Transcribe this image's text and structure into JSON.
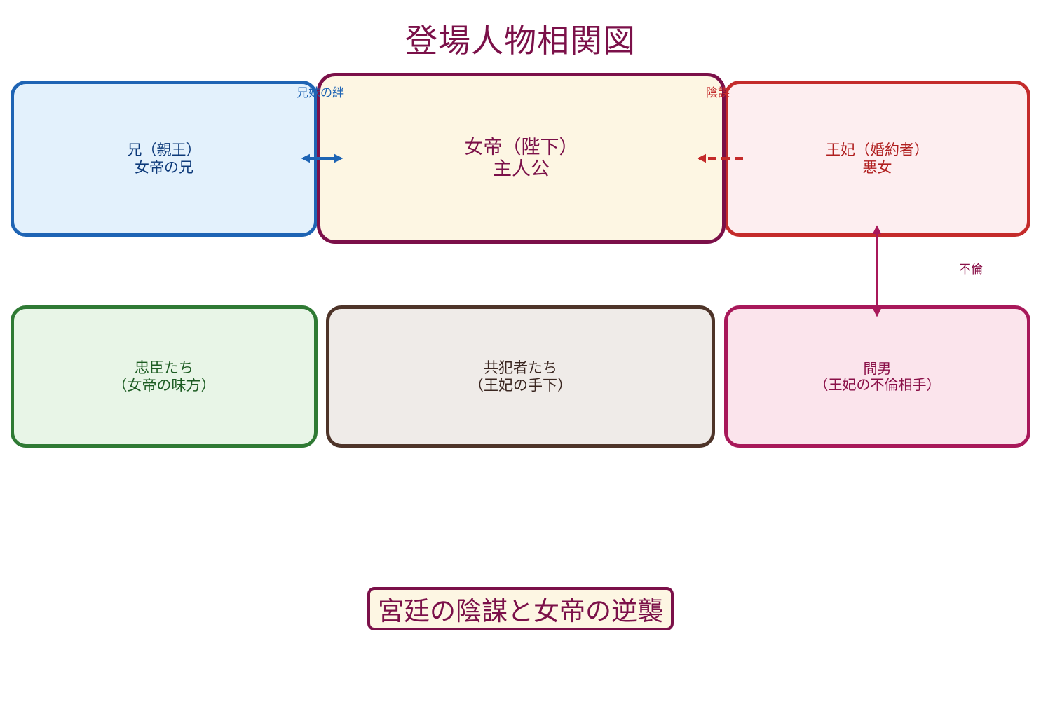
{
  "title": "登場人物相関図",
  "subtitle": "宮廷の陰謀と女帝の逆襲",
  "nodes": {
    "brother": {
      "line1": "兄（親王）",
      "line2": "女帝の兄"
    },
    "empress": {
      "line1": "女帝（陛下）",
      "line2": "主人公"
    },
    "queen": {
      "line1": "王妃（婚約者）",
      "line2": "悪女"
    },
    "loyal": {
      "line1": "忠臣たち",
      "line2": "（女帝の味方）"
    },
    "accomplices": {
      "line1": "共犯者たち",
      "line2": "（王妃の手下）"
    },
    "lover": {
      "line1": "間男",
      "line2": "（王妃の不倫相手）"
    }
  },
  "edges": {
    "sibling": {
      "label": "兄妹の絆",
      "style": "solid",
      "direction": "both"
    },
    "plot": {
      "label": "陰謀",
      "style": "dashed",
      "direction": "queen-to-empress"
    },
    "affair": {
      "label": "不倫",
      "style": "solid",
      "direction": "both"
    }
  },
  "colors": {
    "empress": "#7b1049",
    "brother": "#1e64b4",
    "queen": "#c42b2b",
    "loyal": "#2f7a34",
    "accomplices": "#4e3429",
    "lover": "#a8185a"
  }
}
